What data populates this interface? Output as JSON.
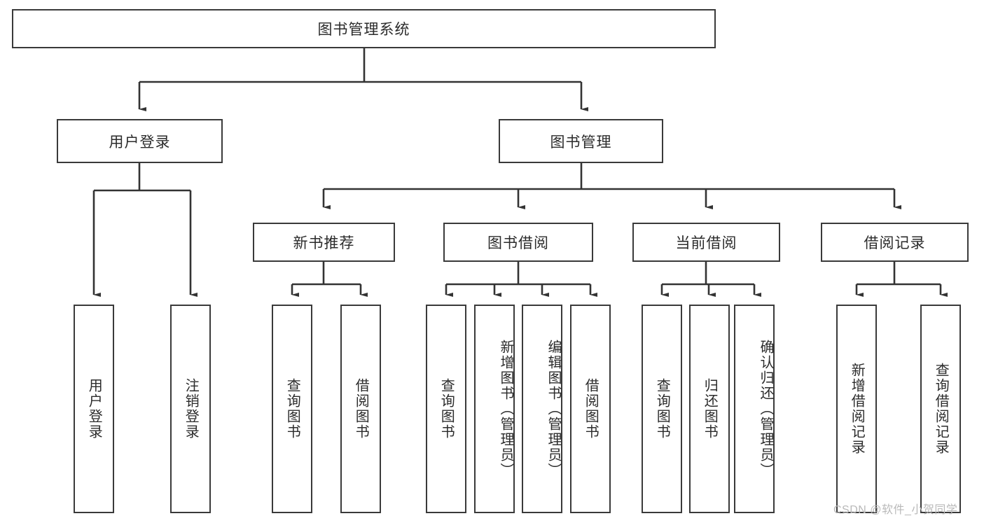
{
  "diagram": {
    "title": "图书管理系统",
    "watermark": "CSDN @软件_小贺同学",
    "colors": {
      "box_border": "#3a3a3a",
      "box_fill": "#ffffff",
      "connector": "#333333",
      "text": "#2b2b2b",
      "watermark": "#b9b9b9"
    },
    "root": {
      "label": "图书管理系统"
    },
    "level2": [
      {
        "id": "user-login",
        "label": "用户登录"
      },
      {
        "id": "book-management",
        "label": "图书管理"
      }
    ],
    "level3": [
      {
        "id": "new-book-recommend",
        "label": "新书推荐"
      },
      {
        "id": "book-borrow",
        "label": "图书借阅"
      },
      {
        "id": "current-borrow",
        "label": "当前借阅"
      },
      {
        "id": "borrow-record",
        "label": "借阅记录"
      }
    ],
    "leaves": {
      "user_login": [
        {
          "id": "leaf-user-login",
          "label": "用户登录"
        },
        {
          "id": "leaf-logout",
          "label": "注销登录"
        }
      ],
      "new_book_recommend": [
        {
          "id": "leaf-query-book-1",
          "label": "查询图书"
        },
        {
          "id": "leaf-borrow-book-1",
          "label": "借阅图书"
        }
      ],
      "book_borrow": [
        {
          "id": "leaf-query-book-2",
          "label": "查询图书"
        },
        {
          "id": "leaf-add-book",
          "label": "新增图书（管理员）"
        },
        {
          "id": "leaf-edit-book",
          "label": "编辑图书（管理员）"
        },
        {
          "id": "leaf-borrow-book-2",
          "label": "借阅图书"
        }
      ],
      "current_borrow": [
        {
          "id": "leaf-query-book-3",
          "label": "查询图书"
        },
        {
          "id": "leaf-return-book",
          "label": "归还图书"
        },
        {
          "id": "leaf-confirm-return",
          "label": "确认归还（管理员）"
        }
      ],
      "borrow_record": [
        {
          "id": "leaf-add-record",
          "label": "新增借阅记录"
        },
        {
          "id": "leaf-query-record",
          "label": "查询借阅记录"
        }
      ]
    }
  }
}
